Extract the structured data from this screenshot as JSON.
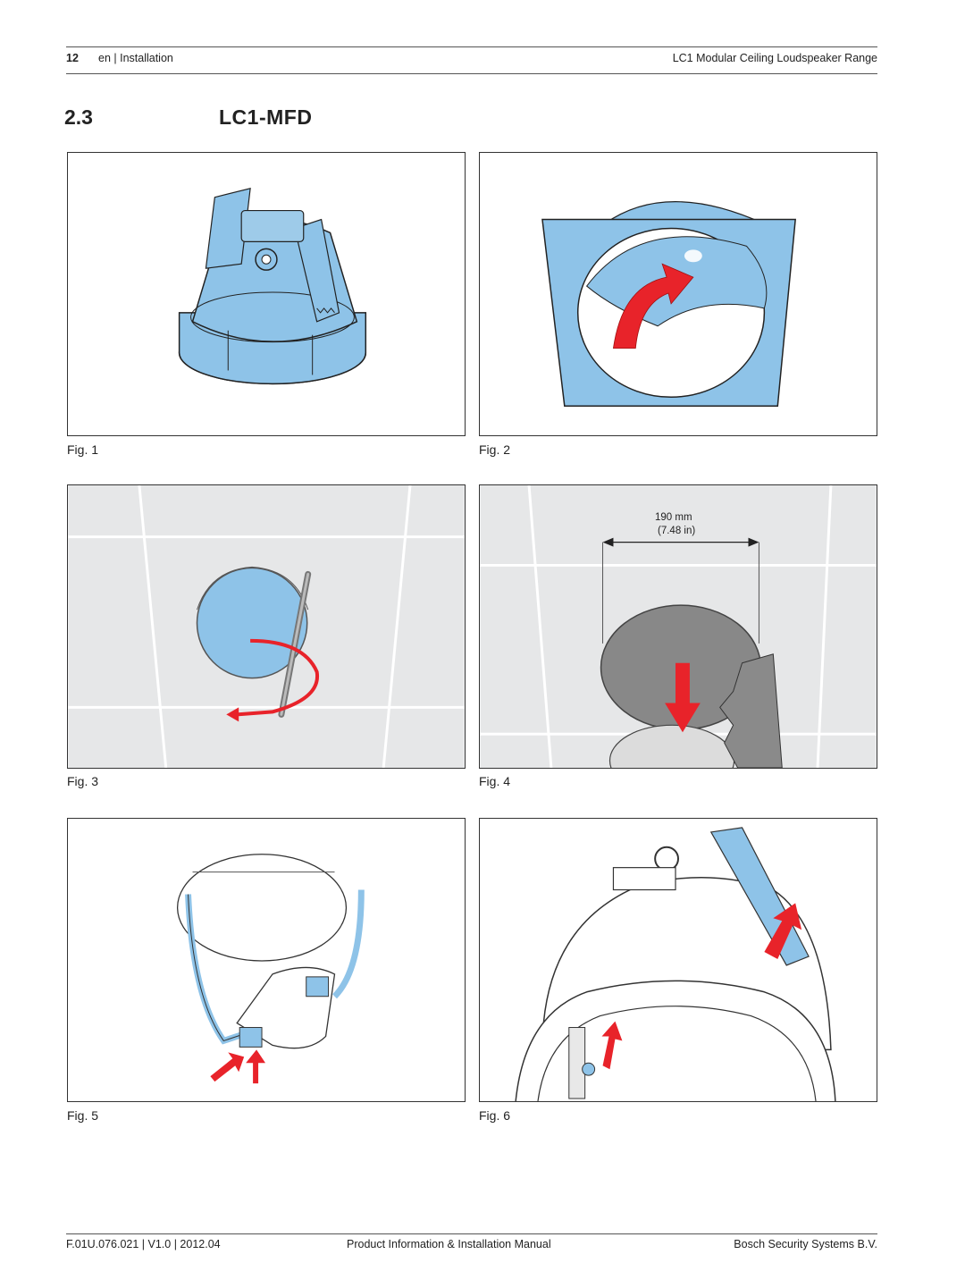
{
  "header": {
    "page_number": "12",
    "section": "en | Installation",
    "product": "LC1 Modular Ceiling Loudspeaker Range"
  },
  "title": {
    "number": "2.3",
    "text": "LC1-MFD"
  },
  "figures": [
    {
      "caption": "Fig. 1"
    },
    {
      "caption": "Fig. 2"
    },
    {
      "caption": "Fig. 3"
    },
    {
      "caption": "Fig. 4",
      "dimension_mm": "190 mm",
      "dimension_in": "(7.48 in)"
    },
    {
      "caption": "Fig. 5"
    },
    {
      "caption": "Fig. 6"
    }
  ],
  "footer": {
    "doc_id": "F.01U.076.021 | V1.0 | 2012.04",
    "doc_type": "Product Information & Installation Manual",
    "company": "Bosch Security Systems B.V."
  },
  "colors": {
    "speaker_blue": "#8ec3e8",
    "arrow_red": "#e8232a",
    "ceiling_gray": "#e6e7e8"
  }
}
